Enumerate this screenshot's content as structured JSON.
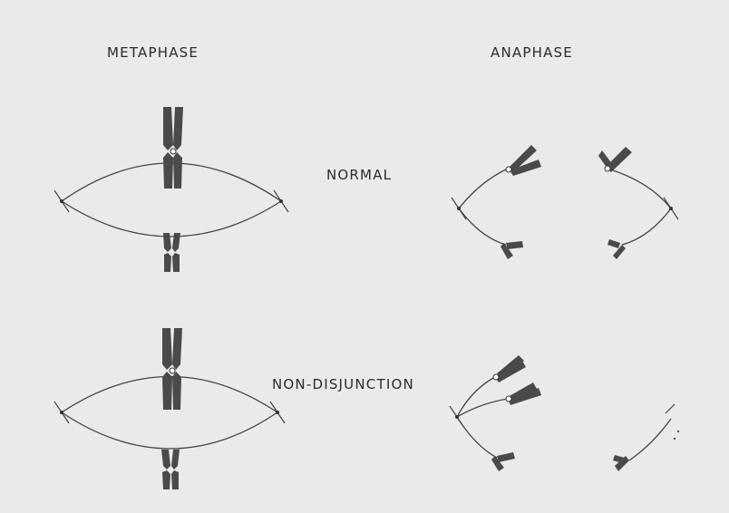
{
  "labels": {
    "metaphase": "METAPHASE",
    "anaphase": "ANAPHASE",
    "normal": "NORMAL",
    "non_disjunction": "NON-DISJUNCTION"
  }
}
